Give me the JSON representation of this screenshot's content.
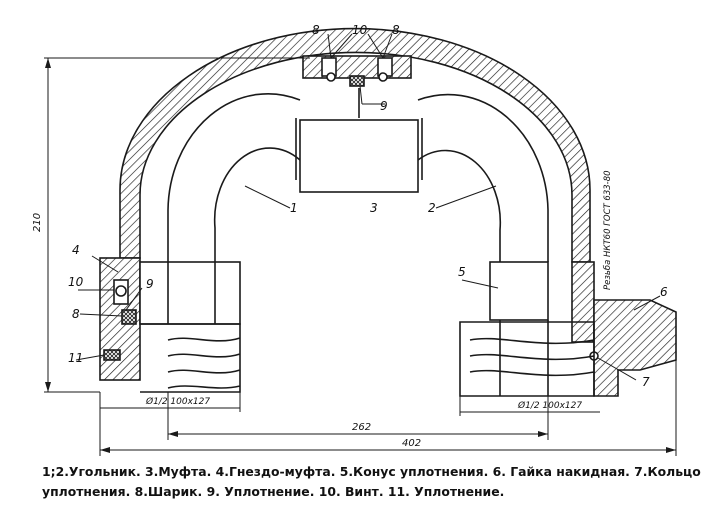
{
  "colors": {
    "ink": "#1a1a1a",
    "background": "#ffffff"
  },
  "labels": {
    "n1": "1",
    "n2": "2",
    "n3": "3",
    "n4": "4",
    "n5": "5",
    "n6": "6",
    "n7": "7",
    "n8_top_left": "8",
    "n8_top_right": "8",
    "n8_left": "8",
    "n9_top": "9",
    "n9_left": "9",
    "n10_top": "10",
    "n10_left": "10",
    "n11": "11"
  },
  "dimensions": {
    "height_total": "210",
    "center_distance": "262",
    "overall_length": "402",
    "thread_left": "Ø1/2 100x127",
    "thread_right": "Ø1/2 100x127",
    "thread_nut": "Резьба НКТ60 ГОСТ 633-80"
  },
  "caption": {
    "line1": "1;2.Угольник.  3.Муфта.  4.Гнездо-муфта.   5.Конус уплотнения.  6. Гайка накидная.    7.Кольцо",
    "line2": "уплотнения.  8.Шарик.  9. Уплотнение.  10. Винт.  11. Уплотнение."
  }
}
